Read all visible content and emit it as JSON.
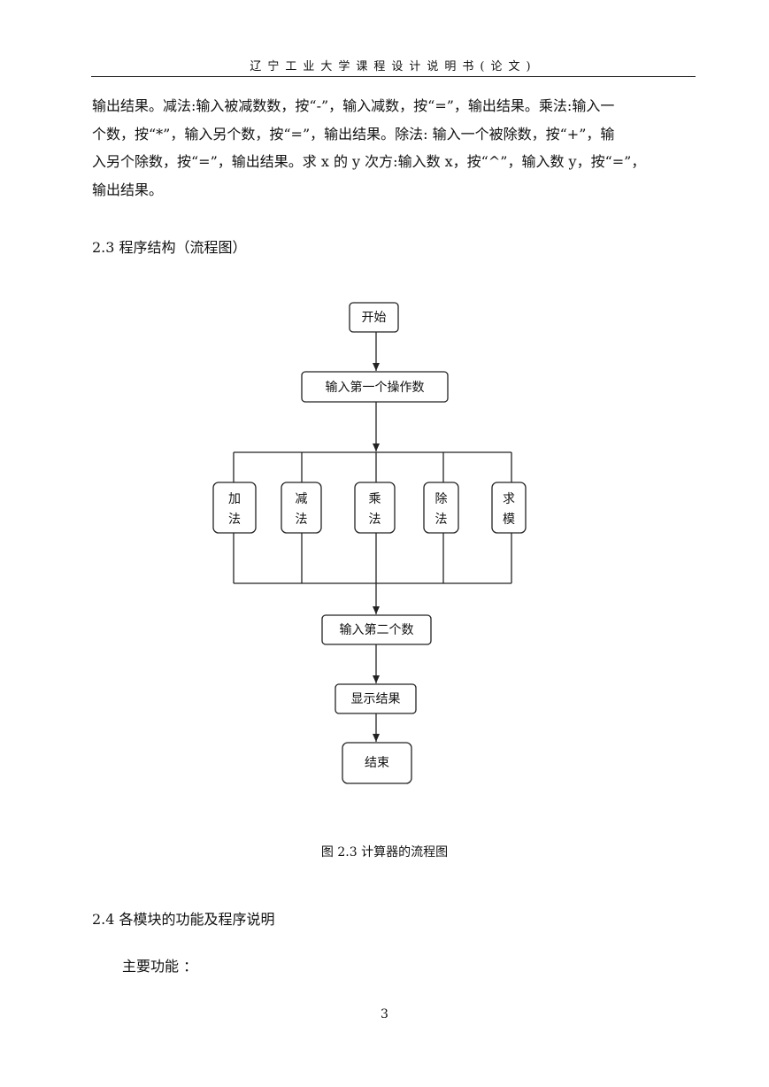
{
  "header": {
    "title": "辽宁工业大学课程设计说明书(论文)"
  },
  "body_paragraph": {
    "lines": [
      "输出结果。减法:输入被减数数，按“-”，输入减数，按“=”，输出结果。乘法:输入一",
      "个数，按“*”，输入另个数，按“=”，输出结果。除法: 输入一个被除数，按“+”，输",
      "入另个除数，按“=”，输出结果。求 x 的 y 次方:输入数 x，按“^”，输入数 y，按“=”，",
      "输出结果。"
    ]
  },
  "section_2_3": {
    "heading": "2.3 程序结构（流程图）"
  },
  "flowchart": {
    "start": "开始",
    "input_first": "输入第一个操作数",
    "branches": [
      {
        "line1": "加",
        "line2": "法"
      },
      {
        "line1": "减",
        "line2": "法"
      },
      {
        "line1": "乘",
        "line2": "法"
      },
      {
        "line1": "除",
        "line2": "法"
      },
      {
        "line1": "求",
        "line2": "模"
      }
    ],
    "input_second": "输入第二个数",
    "show_result": "显示结果",
    "end": "结束",
    "caption": "图 2.3 计算器的流程图"
  },
  "section_2_4": {
    "heading": "2.4 各模块的功能及程序说明",
    "main_functions_label": "主要功能 ："
  },
  "footer": {
    "page_number": "3"
  }
}
